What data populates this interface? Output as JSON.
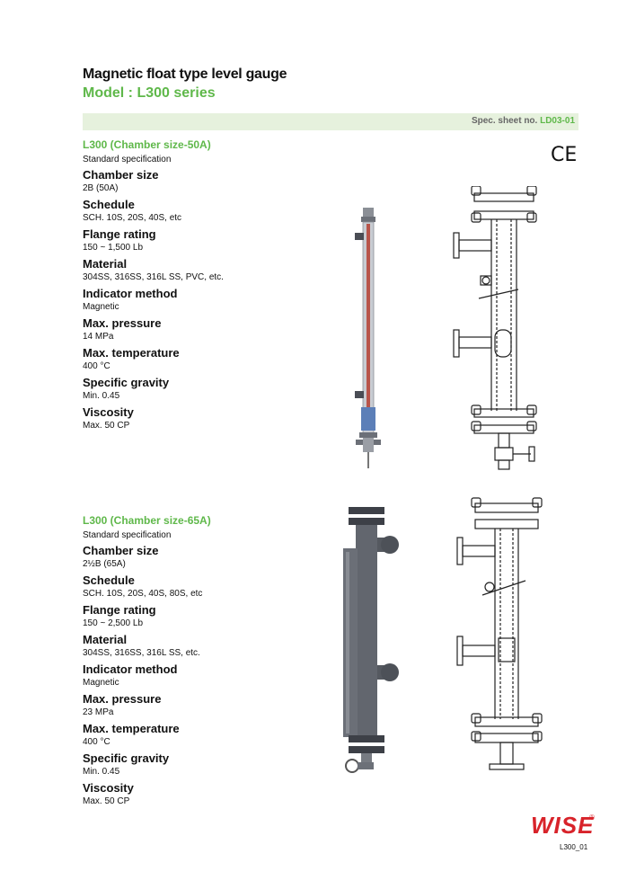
{
  "header": {
    "title": "Magnetic float type level gauge",
    "subtitle": "Model : L300 series",
    "spec_label": "Spec. sheet no.",
    "spec_no": "LD03-01"
  },
  "ce_mark": "CE",
  "section1": {
    "title": "L300 (Chamber size-50A)",
    "standard": "Standard specification",
    "items": [
      {
        "label": "Chamber size",
        "value": "2B (50A)"
      },
      {
        "label": "Schedule",
        "value": "SCH. 10S, 20S, 40S, etc"
      },
      {
        "label": "Flange rating",
        "value": "150 ~ 1,500 Lb"
      },
      {
        "label": "Material",
        "value": "304SS, 316SS, 316L SS, PVC, etc."
      },
      {
        "label": "Indicator method",
        "value": "Magnetic"
      },
      {
        "label": "Max. pressure",
        "value": "14 MPa"
      },
      {
        "label": "Max. temperature",
        "value": "400 °C"
      },
      {
        "label": "Specific gravity",
        "value": "Min. 0.45"
      },
      {
        "label": "Viscosity",
        "value": "Max. 50 CP"
      }
    ]
  },
  "section2": {
    "title": "L300 (Chamber size-65A)",
    "standard": "Standard specification",
    "items": [
      {
        "label": "Chamber size",
        "value": "2½B (65A)"
      },
      {
        "label": "Schedule",
        "value": "SCH. 10S, 20S, 40S, 80S, etc"
      },
      {
        "label": "Flange rating",
        "value": "150 ~ 2,500 Lb"
      },
      {
        "label": "Material",
        "value": "304SS, 316SS, 316L SS, etc."
      },
      {
        "label": "Indicator method",
        "value": "Magnetic"
      },
      {
        "label": "Max. pressure",
        "value": "23 MPa"
      },
      {
        "label": "Max. temperature",
        "value": "400 °C"
      },
      {
        "label": "Specific gravity",
        "value": "Min. 0.45"
      },
      {
        "label": "Viscosity",
        "value": "Max. 50 CP"
      }
    ]
  },
  "footer": {
    "logo": "WISE",
    "registered": "®",
    "page_id": "L300_01"
  }
}
